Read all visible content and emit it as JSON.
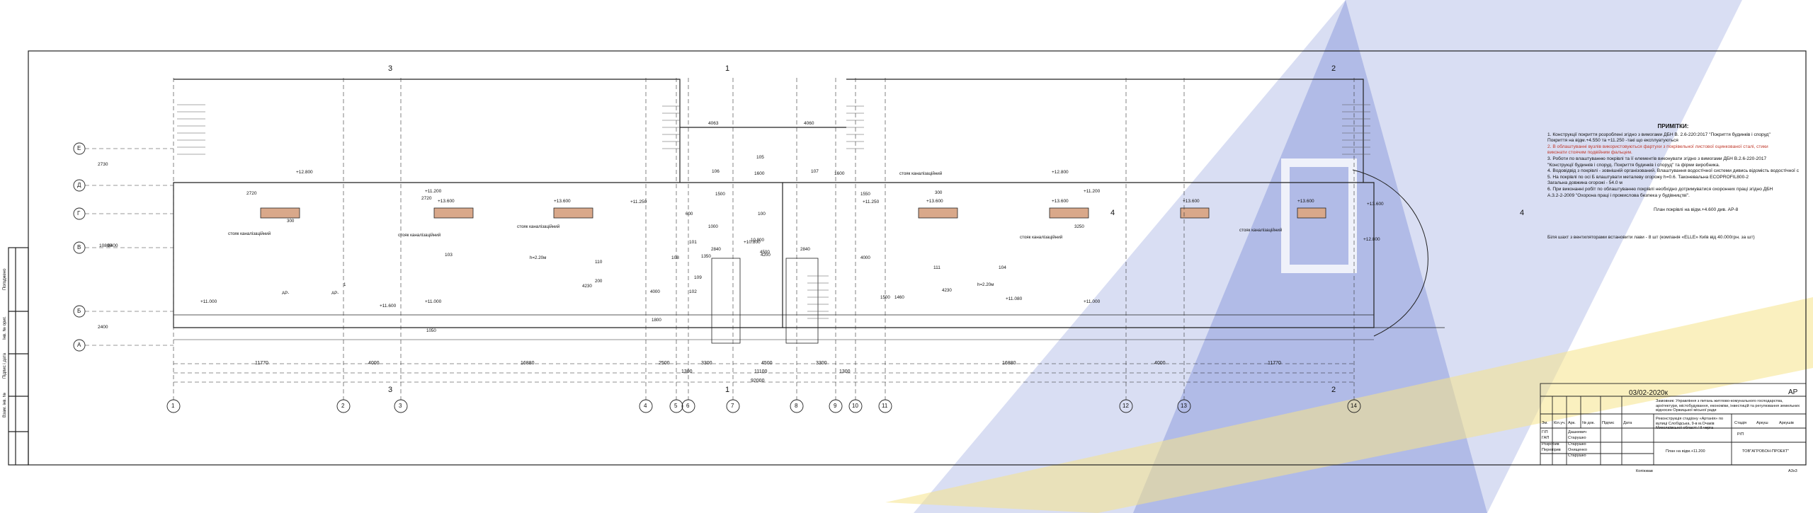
{
  "notes": {
    "heading": "ПРИМІТКИ:",
    "lines": [
      "1. Конструкції покриття розроблені згідно з вимогами ДБН В. 2.6-220:2017 \"Покриття будинків і споруд\"",
      "Покриття на відм.+4.550 та +11.250 -такі що експлуатуються",
      "2. В облаштуванні вузлів використовуються фартухи з покрівельної листової оцинкованої сталі, стики",
      "виконати стоячим подвійним фальцем.",
      "3. Роботи по влаштуванню покрівлі та її елементів виконувати згідно з вимогами ДБН В.2.6-220-2017",
      "\"Конструкції будинків і споруд. Покриття будинків і споруд\" та фірми виробника.",
      "4. Водовідвід з покрівлі - зовнішній організований. Влаштування водостічної системи дивись відомість водостічної системи",
      "5. На покрівлі по осі Б влаштувати металеву огорожу h=0.6. Таконевальна ECOPROFIL800-2",
      "Загальна довжина огорожі - 54.0 м",
      "6. При виконанні робіт по облаштуванню покрівлі необхідно дотримуватися охоронних праці згідно ДБН",
      "А.3.2-2-2009 \"Охорона праці і промислова безпека у будівництві\"."
    ],
    "plan_note": "План покрівлі на відм.+4.600 див. АР-8",
    "benches_note": "Біля шахт з вентиляторами встановити лави - 8 шт   (компанія «ELLE» Київ від 40.000грн. за шт)"
  },
  "axes_letters": [
    "Е",
    "Д",
    "Г",
    "В",
    "Б",
    "А"
  ],
  "axes_numbers": [
    "1",
    "2",
    "3",
    "4",
    "5",
    "6",
    "7",
    "8",
    "9",
    "10",
    "11",
    "12",
    "13",
    "14"
  ],
  "section_marks": [
    "3",
    "1",
    "2",
    "3",
    "1",
    "2",
    "4",
    "4"
  ],
  "dimensions_bottom": [
    "11770",
    "4000",
    "16880",
    "2500",
    "3300",
    "4500",
    "3300",
    "16880",
    "4000",
    "11770"
  ],
  "dimensions_bottom_total": [
    "11100",
    "92000",
    "1300",
    "1300"
  ],
  "dimensions_top": [
    "4063",
    "4060",
    "1600",
    "1600",
    "2720",
    "2720"
  ],
  "dimensions_left": [
    "2730",
    "10800",
    "8400",
    "2400"
  ],
  "room_numbers": [
    "103",
    "105",
    "106",
    "107",
    "108",
    "109",
    "110",
    "111",
    "100",
    "101",
    "102",
    "104"
  ],
  "elevations": [
    "+12.800",
    "+12.800",
    "+11.200",
    "+11.200",
    "+13.600",
    "+13.600",
    "+13.600",
    "+13.600",
    "+13.600",
    "+11.250",
    "+11.250",
    "+11.000",
    "+11.000",
    "+11.000",
    "+11.600",
    "+11.080",
    "+10.800",
    "+12.800",
    "+13.600",
    "+13.600"
  ],
  "callouts": [
    "стояк каналізаційний",
    "стояк каналізаційний",
    "стояк каналізаційний",
    "стояк каналізаційний",
    "стояк каналізаційний",
    "стояк каналізаційний"
  ],
  "misc_labels": [
    "АР-",
    "АР-",
    "1",
    "h=2.20м",
    "h=2.20м",
    "10.800",
    "4230",
    "4230",
    "4500",
    "4000",
    "4000",
    "1800",
    "1460",
    "1500",
    "1050",
    "1500",
    "1550",
    "2840",
    "2840",
    "4200",
    "1350",
    "1000",
    "600",
    "200",
    "3250",
    "300",
    "300"
  ],
  "frame_left_labels": [
    "Погоджено",
    "Інв. № ориг.",
    "Підпис і дата",
    "Взам. інв. №"
  ],
  "title_block": {
    "code": "03/02-2020к",
    "sheet_mark": "АР",
    "project_title": "Замовник: Управління з питань житлово-комунального господарства, архітектури, містобудування, економіки, інвестицій та регулювання земельних відносин Оржицької міської ради",
    "object": "Реконструкція стадіону «Артанія» по вулиці Слобідська, 9-в м.Очаків Миколаївської області / ІІ черга",
    "sheet_title": "План на відм.+11.200",
    "company": "ТОВ\"АГРОБОН-ПРОЕКТ\"",
    "stage_header": [
      "Стадія",
      "Аркуш",
      "Аркушів"
    ],
    "stage_values": [
      "Р/П",
      "",
      ""
    ],
    "column_headers": [
      "Зм.",
      "Кіл.уч.",
      "Арк.",
      "№ док.",
      "Підпис",
      "Дата"
    ],
    "roles": [
      "ГІП",
      "ГАП",
      "Розробив",
      "Перевірив"
    ],
    "names": [
      "Дашкевич",
      "Старушко",
      "Старушко",
      "Онищенко",
      "Старушко"
    ],
    "copied": "Копіював",
    "format": "А3х3"
  },
  "colors": {
    "watermark_yellow": "#f3e07a",
    "watermark_blue": "#9aa8de",
    "line": "#222222",
    "note_red": "#c0392b"
  }
}
